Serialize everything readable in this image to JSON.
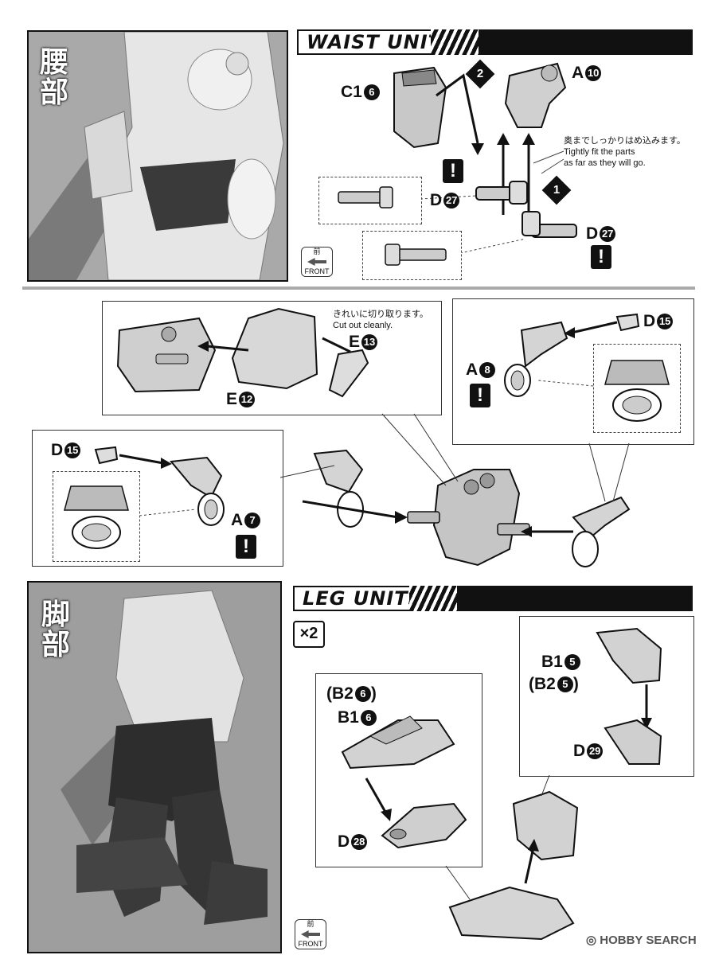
{
  "waist": {
    "title": "WAIST UNIT",
    "kanji": "腰部",
    "labels": {
      "c1_prefix": "C1",
      "c1_num": "6",
      "a10_prefix": "A",
      "a10_num": "10",
      "d27a_prefix": "D",
      "d27a_num": "27",
      "d27b_prefix": "D",
      "d27b_num": "27",
      "step1": "1",
      "step2": "2"
    },
    "note_jp": "奥までしっかりはめ込みます。",
    "note_en_1": "Tightly fit the parts",
    "note_en_2": "as far as they will go.",
    "front_jp": "前",
    "front_en": "FRONT"
  },
  "hip": {
    "note_jp": "きれいに切り取ります。",
    "note_en": "Cut out cleanly.",
    "e13_prefix": "E",
    "e13_num": "13",
    "e12_prefix": "E",
    "e12_num": "12",
    "d15a_prefix": "D",
    "d15a_num": "15",
    "a8_prefix": "A",
    "a8_num": "8",
    "d15b_prefix": "D",
    "d15b_num": "15",
    "a7_prefix": "A",
    "a7_num": "7",
    "excl": "!"
  },
  "leg": {
    "title": "LEG UNITS",
    "kanji": "脚部",
    "multiplier": "×2",
    "b2_6": "(B2",
    "b2_6_num": "6",
    "b2_6_close": ")",
    "b1_6": "B1",
    "b1_6_num": "6",
    "d28_prefix": "D",
    "d28_num": "28",
    "b1_5": "B1",
    "b1_5_num": "5",
    "b2_5": "(B2",
    "b2_5_num": "5",
    "b2_5_close": ")",
    "d29_prefix": "D",
    "d29_num": "29",
    "front_jp": "前",
    "front_en": "FRONT"
  },
  "watermark": "HOBBY SEARCH"
}
